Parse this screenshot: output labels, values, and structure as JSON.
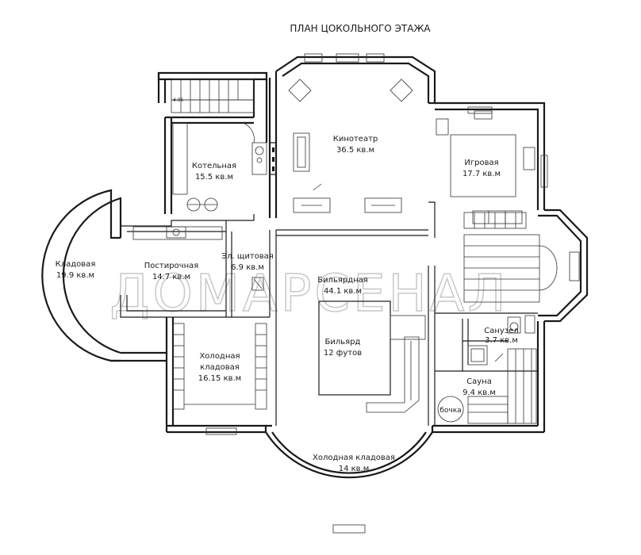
{
  "title": "ПЛАН ЦОКОЛЬНОГО ЭТАЖА",
  "watermark": "ДОМАРСЕНАЛ",
  "rooms": [
    {
      "id": "kotelnaya",
      "name": "Котельная",
      "area": "15.5 кв.м"
    },
    {
      "id": "kinoteatr",
      "name": "Кинотеатр",
      "area": "36.5 кв.м"
    },
    {
      "id": "igrovaya",
      "name": "Игровая",
      "area": "17.7 кв.м"
    },
    {
      "id": "kladovaya",
      "name": "Кладовая",
      "area": "19.9 кв.м"
    },
    {
      "id": "postirochnaya",
      "name": "Постирочная",
      "area": "14.7 кв.м"
    },
    {
      "id": "el-schitovaya",
      "name": "Эл. щитовая",
      "area": "6.9 кв.м"
    },
    {
      "id": "bilyardnaya",
      "name": "Бильярдная",
      "area": "44.1 кв.м"
    },
    {
      "id": "kholodnaya-kladovaya-1",
      "name": "Холодная",
      "name2": "кладовая",
      "area": "16.15 кв.м"
    },
    {
      "id": "sanuzel",
      "name": "Санузел",
      "area": "3.7 кв.м"
    },
    {
      "id": "sauna",
      "name": "Сауна",
      "area": "9.4 кв.м"
    },
    {
      "id": "kholodnaya-kladovaya-2",
      "name": "Холодная кладовая",
      "area": "14 кв.м"
    }
  ],
  "furniture": {
    "billiard_table": {
      "name": "Бильярд",
      "size": "12 футов"
    },
    "barrel": "бочка",
    "stair_mark": "4.05"
  }
}
